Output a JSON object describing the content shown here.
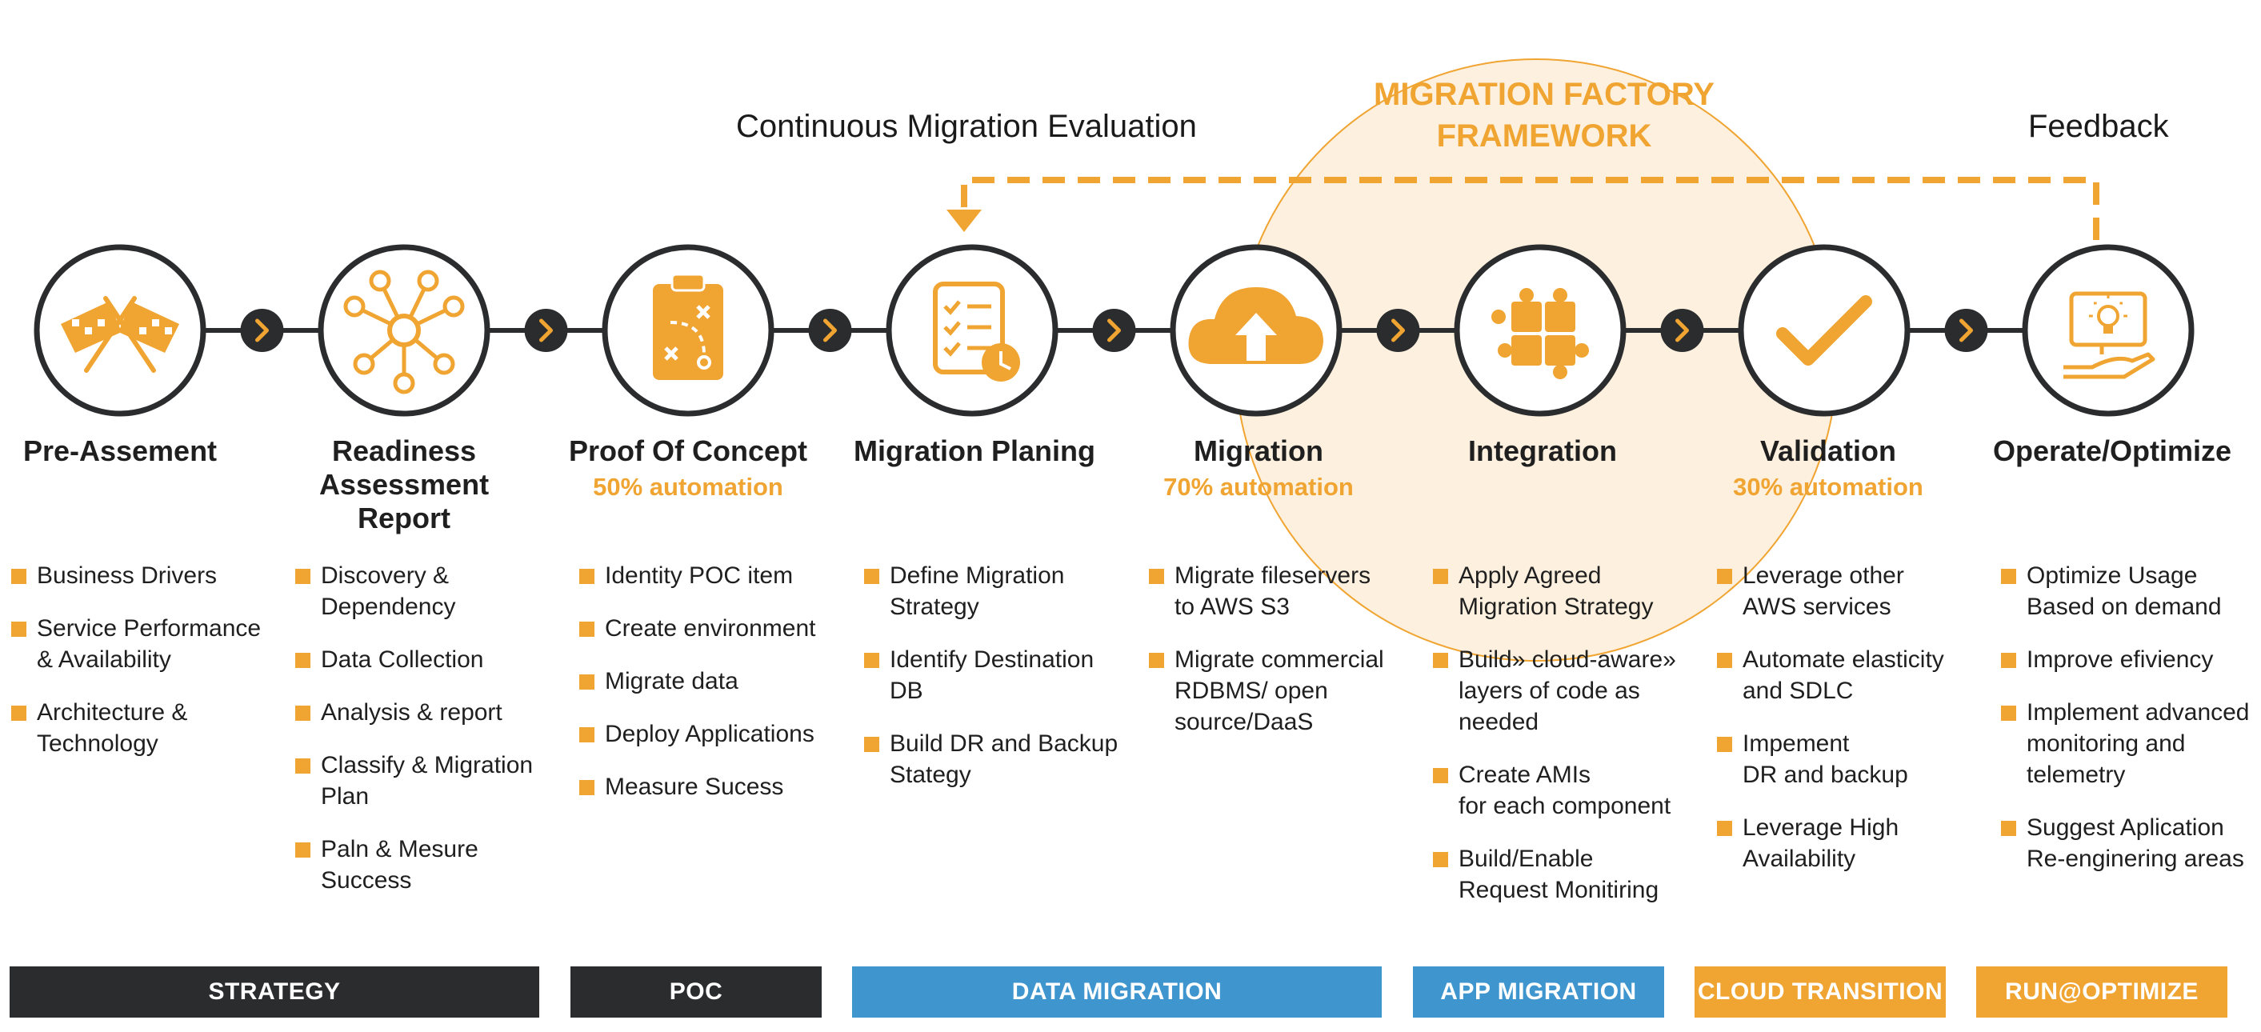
{
  "framework_title": "MIGRATION FACTORY\nFRAMEWORK",
  "loop_labels": {
    "evaluation": "Continuous Migration Evaluation",
    "feedback": "Feedback"
  },
  "colors": {
    "accent": "#f0a431",
    "dark": "#2b2c2e",
    "blue": "#3f96cf",
    "circle_fill": "#fdf0de"
  },
  "stages": [
    {
      "title": "Pre-Assement",
      "automation": "",
      "icon": "checkered-flags-icon",
      "bullets": [
        "Business Drivers",
        "Service Performance\n& Availability",
        "Architecture &\nTechnology"
      ]
    },
    {
      "title": "Readiness\nAssessment\nReport",
      "automation": "",
      "icon": "network-hub-icon",
      "bullets": [
        "Discovery &\nDependency",
        "Data Collection",
        "Analysis & report",
        "Classify & Migration\nPlan",
        "Paln & Mesure\nSuccess"
      ]
    },
    {
      "title": "Proof Of Concept",
      "automation": "50% automation",
      "icon": "clipboard-strategy-icon",
      "bullets": [
        "Identity POC item",
        "Create environment",
        "Migrate data",
        "Deploy Applications",
        "Measure Sucess"
      ]
    },
    {
      "title": "Migration Planing",
      "automation": "",
      "icon": "checklist-clock-icon",
      "bullets": [
        "Define Migration\nStrategy",
        "Identify Destination\nDB",
        "Build DR and Backup\nStategy"
      ]
    },
    {
      "title": "Migration",
      "automation": "70% automation",
      "icon": "cloud-upload-icon",
      "bullets": [
        "Migrate fileservers\nto AWS S3",
        "Migrate commercial\nRDBMS/ open\nsource/DaaS"
      ]
    },
    {
      "title": "Integration",
      "automation": "",
      "icon": "puzzle-icon",
      "bullets": [
        "Apply Agreed\nMigration Strategy",
        "Build» cloud-aware»\nlayers of code as\nneeded",
        "Create AMIs\nfor each component",
        "Build/Enable\nRequest Monitiring"
      ]
    },
    {
      "title": "Validation",
      "automation": "30% automation",
      "icon": "checkmark-icon",
      "bullets": [
        "Leverage other\nAWS services",
        "Automate elasticity\nand SDLC",
        "Impement\nDR and backup",
        "Leverage High\nAvailability"
      ]
    },
    {
      "title": "Operate/Optimize",
      "automation": "",
      "icon": "monitor-idea-icon",
      "bullets": [
        "Optimize Usage\nBased on demand",
        "Improve efiviency",
        "Implement advanced\nmonitoring and\ntelemetry",
        "Suggest Aplication\nRe-enginering areas"
      ]
    }
  ],
  "phases": [
    {
      "label": "STRATEGY",
      "color": "#2b2c2e"
    },
    {
      "label": "POC",
      "color": "#2b2c2e"
    },
    {
      "label": "DATA MIGRATION",
      "color": "#3f96cf"
    },
    {
      "label": "APP MIGRATION",
      "color": "#3f96cf"
    },
    {
      "label": "CLOUD TRANSITION",
      "color": "#f0a431"
    },
    {
      "label": "RUN@OPTIMIZE",
      "color": "#f0a431"
    }
  ]
}
